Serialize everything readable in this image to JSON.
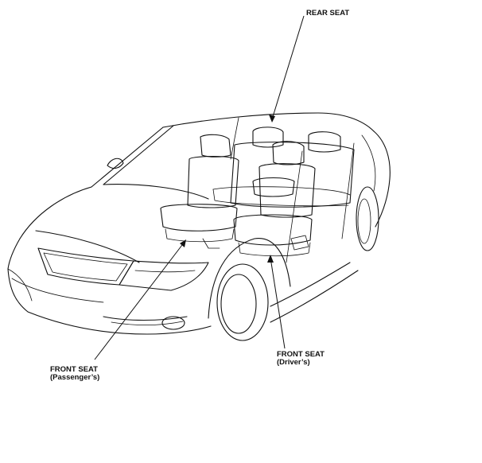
{
  "callouts": {
    "rear_seat": {
      "line1": "REAR SEAT"
    },
    "front_seat_passenger": {
      "line1": "FRONT SEAT",
      "line2": "(Passenger’s)"
    },
    "front_seat_driver": {
      "line1": "FRONT SEAT",
      "line2": "(Driver’s)"
    }
  }
}
